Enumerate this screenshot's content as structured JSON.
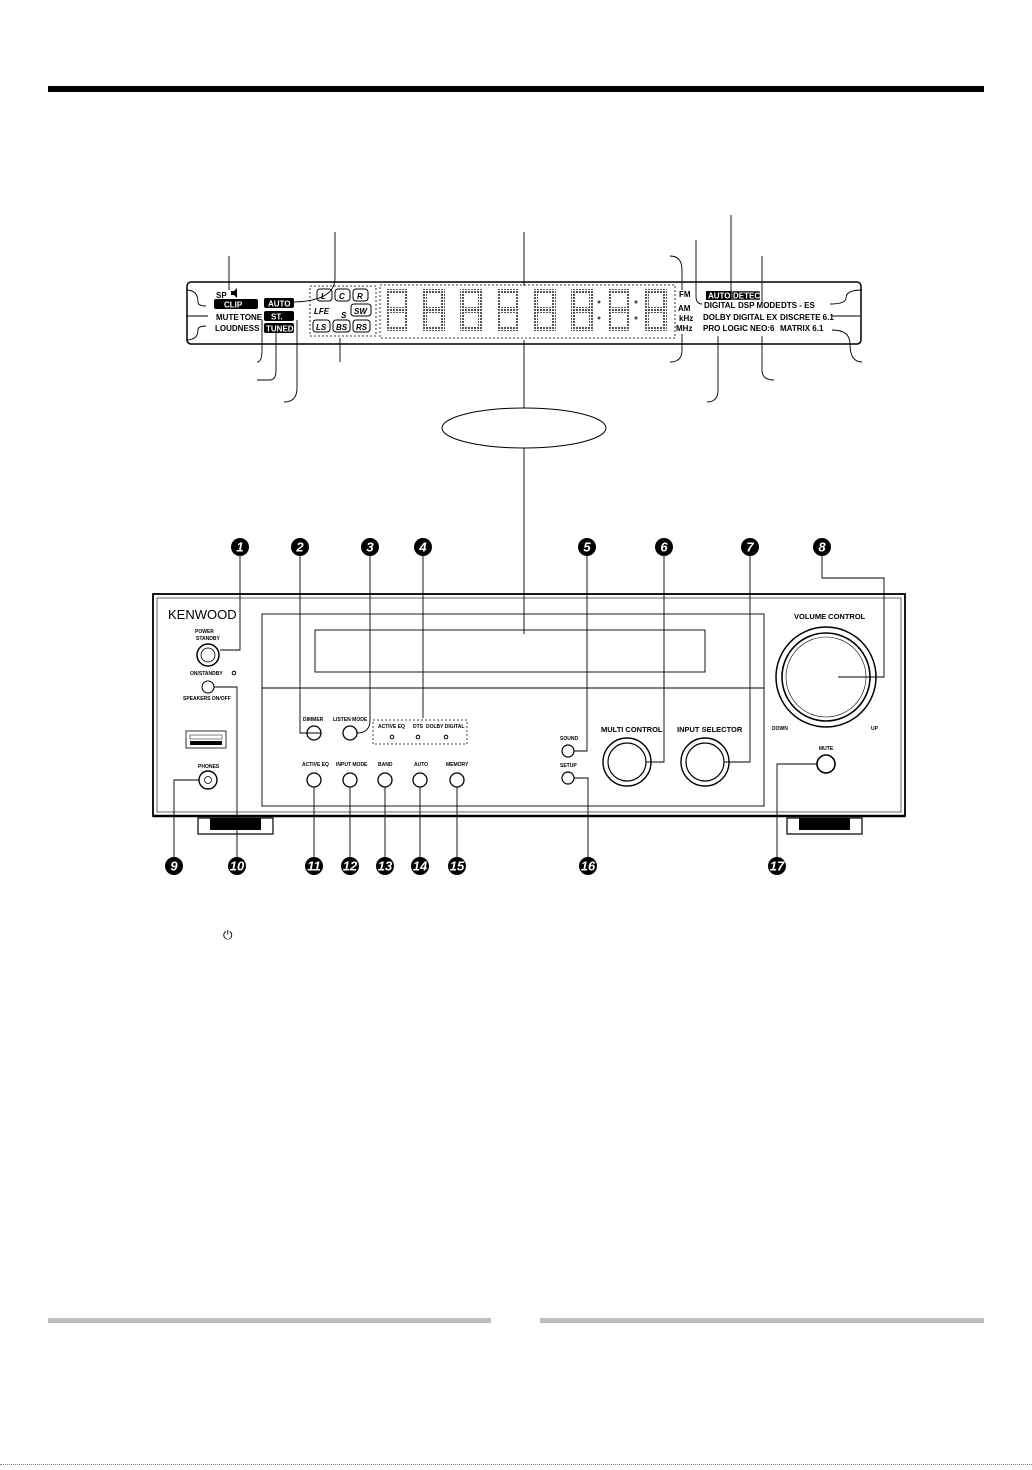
{
  "display": {
    "left": {
      "sp": "SP",
      "clip": "CLIP",
      "mute": "MUTE",
      "tone": "TONE",
      "loudness": "LOUDNESS",
      "auto": "AUTO",
      "st": "ST.",
      "tuned": "TUNED"
    },
    "channels": {
      "l": "L",
      "c": "C",
      "r": "R",
      "lfe": "LFE",
      "s": "S",
      "sw": "SW",
      "ls": "LS",
      "bs": "BS",
      "rs": "RS"
    },
    "bands": {
      "fm": "FM",
      "am": "AM",
      "khz": "kHz",
      "mhz": "MHz"
    },
    "right": {
      "auto": "AUTO",
      "detect": "DETECT",
      "digital": "DIGITAL",
      "dsp_mode": "DSP MODE",
      "dts_es": "DTS - ES",
      "dolby_digital_ex": "DOLBY DIGITAL EX",
      "discrete": "DISCRETE 6.1",
      "pro_logic": "PRO LOGIC",
      "neo6": "NEO:6",
      "matrix": "MATRIX 6.1"
    }
  },
  "panel": {
    "brand": "KENWOOD",
    "power": "POWER",
    "standby": "STANDBY",
    "on_standby": "ON/STANDBY",
    "speakers": "SPEAKERS ON/OFF",
    "phones": "PHONES",
    "dimmer": "DIMMER",
    "listen_mode": "LISTEN MODE",
    "ind_active_eq": "ACTIVE EQ",
    "ind_dts": "DTS",
    "ind_dolby": "DOLBY DIGITAL",
    "sound": "SOUND",
    "setup": "SETUP",
    "multi_control": "MULTI CONTROL",
    "input_selector": "INPUT SELECTOR",
    "volume_control": "VOLUME CONTROL",
    "down": "DOWN",
    "up": "UP",
    "mute": "MUTE",
    "active_eq": "ACTIVE EQ",
    "input_mode": "INPUT MODE",
    "band": "BAND",
    "auto": "AUTO",
    "memory": "MEMORY"
  },
  "callouts": [
    "1",
    "2",
    "3",
    "4",
    "5",
    "6",
    "7",
    "8",
    "9",
    "10",
    "11",
    "12",
    "13",
    "14",
    "15",
    "16",
    "17"
  ],
  "footnote_symbol": "⏻"
}
